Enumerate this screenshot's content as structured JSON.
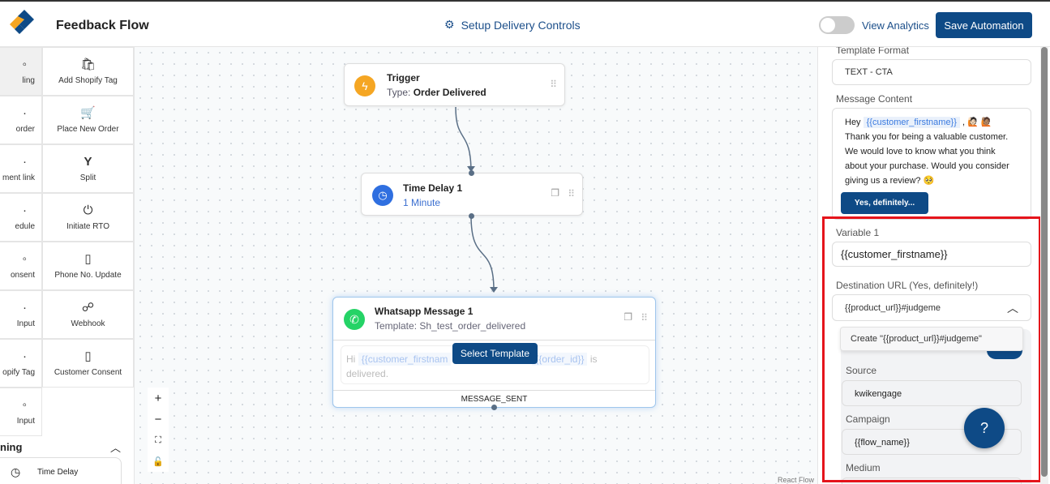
{
  "header": {
    "app_title": "Feedback Flow",
    "center_title": "Setup Delivery Controls",
    "view_analytics": "View Analytics",
    "save_label": "Save Automation"
  },
  "sidebar": {
    "left_items": [
      "ling",
      "order",
      "ment link",
      "edule",
      "onsent",
      "Input",
      "opify Tag",
      "Input"
    ],
    "right_items": [
      {
        "label": "Add Shopify Tag",
        "icon": "shopify-bag-icon"
      },
      {
        "label": "Place New Order",
        "icon": "cart-icon"
      },
      {
        "label": "Split",
        "icon": "split-icon"
      },
      {
        "label": "Initiate RTO",
        "icon": "power-icon"
      },
      {
        "label": "Phone No. Update",
        "icon": "phone-settings-icon"
      },
      {
        "label": "Webhook",
        "icon": "webhook-icon"
      },
      {
        "label": "Customer Consent",
        "icon": "phone-settings-icon"
      }
    ],
    "section_title": "ning",
    "section_item": "Time Delay"
  },
  "canvas": {
    "trigger": {
      "title": "Trigger",
      "type_label": "Type:",
      "type_value": "Order Delivered"
    },
    "delay": {
      "title": "Time Delay 1",
      "sub": "1 Minute"
    },
    "whatsapp": {
      "title": "Whatsapp Message 1",
      "sub": "Template: Sh_test_order_delivered",
      "preview_hi": "Hi",
      "preview_var1": "{{customer_firstnam",
      "preview_var2": "{{order_id}}",
      "preview_is": "is",
      "preview_end": "delivered.",
      "select_template": "Select Template",
      "footer": "MESSAGE_SENT"
    },
    "attribution": "React Flow"
  },
  "panel": {
    "template_format_label": "Template Format",
    "template_format_value": "TEXT - CTA",
    "message_content_label": "Message Content",
    "message": {
      "hey": "Hey",
      "var": "{{customer_firstname}}",
      "emoji1": ", 🙋🏻 🙋🏽",
      "body": "Thank you for being a valuable customer. We would love to know what you think about your purchase. Would you consider giving us a review? 🥺",
      "cta": "Yes, definitely..."
    },
    "variable1_label": "Variable 1",
    "variable1_value": "{{customer_firstname}}",
    "dest_label": "Destination URL (Yes, definitely!)",
    "dest_value": "{{product_url}}#judgeme",
    "create_option": "Create \"{{product_url}}#judgeme\"",
    "source_label": "Source",
    "source_value": "kwikengage",
    "campaign_label": "Campaign",
    "campaign_value": "{{flow_name}}",
    "medium_label": "Medium"
  },
  "colors": {
    "primary": "#0e4a86",
    "highlight": "#e5141b",
    "whatsapp": "#25d366",
    "trigger": "#f5a623"
  }
}
